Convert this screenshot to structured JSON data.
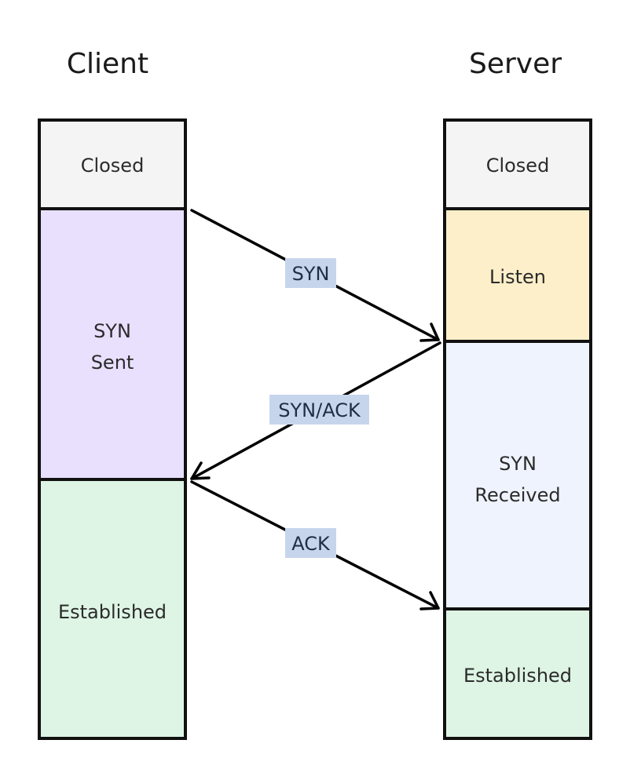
{
  "client": {
    "title": "Client",
    "states": [
      {
        "label": [
          "Closed"
        ],
        "color": "#f4f4f4"
      },
      {
        "label": [
          "SYN",
          "Sent"
        ],
        "color": "#e8e0fd"
      },
      {
        "label": [
          "Established"
        ],
        "color": "#def5e5"
      }
    ]
  },
  "server": {
    "title": "Server",
    "states": [
      {
        "label": [
          "Closed"
        ],
        "color": "#f4f4f4"
      },
      {
        "label": [
          "Listen"
        ],
        "color": "#fdefc9"
      },
      {
        "label": [
          "SYN",
          "Received"
        ],
        "color": "#eef3fd"
      },
      {
        "label": [
          "Established"
        ],
        "color": "#def5e5"
      }
    ]
  },
  "messages": [
    {
      "label": "SYN",
      "direction": "client-to-server"
    },
    {
      "label": "SYN/ACK",
      "direction": "server-to-client"
    },
    {
      "label": "ACK",
      "direction": "client-to-server"
    }
  ],
  "colors": {
    "message_label_bg": "#c7d5ec",
    "border": "#111111"
  }
}
